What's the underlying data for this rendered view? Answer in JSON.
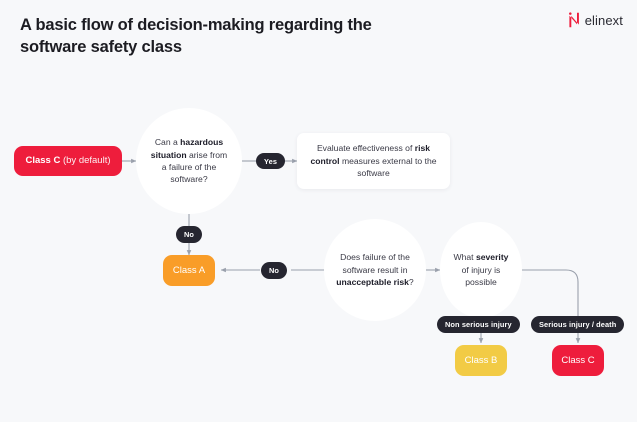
{
  "header": {
    "title": "A basic flow of decision-making regarding the software safety class",
    "brand": "elinext",
    "brand_mark_icon": "elinext-n-logo-icon"
  },
  "colors": {
    "page_background": "#f7f8fa",
    "class_c_red": "#ee1d3c",
    "class_a_orange": "#f99d28",
    "class_b_yellow": "#f2cb45",
    "tag_dark": "#262630",
    "connector_gray": "#9aa0ac",
    "title_text": "#1c1c22",
    "body_text": "#3a3a46"
  },
  "chart_data": {
    "type": "flowchart",
    "title": "A basic flow of decision-making regarding the software safety class",
    "nodes": [
      {
        "id": "class-c-default",
        "shape": "rounded-rect",
        "label": "Class C (by default)",
        "emphasis": "Class C",
        "fill": "#ee1d3c",
        "text_color": "#ffffff"
      },
      {
        "id": "hazardous-situation",
        "shape": "circle",
        "label": "Can a hazardous situation arise from a failure of the software?",
        "emphasis": "hazardous situation",
        "fill": "#ffffff"
      },
      {
        "id": "evaluate-risk-control",
        "shape": "card",
        "label": "Evaluate effectiveness of risk control measures external to the software",
        "emphasis": "risk control",
        "fill": "#ffffff"
      },
      {
        "id": "class-a",
        "shape": "rounded-rect",
        "label": "Class A",
        "fill": "#f99d28",
        "text_color": "#ffffff"
      },
      {
        "id": "unacceptable-risk",
        "shape": "circle",
        "label": "Does failure of the software result in unacceptable risk?",
        "emphasis": "unacceptable risk",
        "fill": "#ffffff"
      },
      {
        "id": "severity-of-injury",
        "shape": "circle",
        "label": "What severity of injury is possible",
        "emphasis": "severity",
        "fill": "#ffffff"
      },
      {
        "id": "class-b",
        "shape": "rounded-rect",
        "label": "Class B",
        "fill": "#f2cb45",
        "text_color": "#ffffff"
      },
      {
        "id": "class-c-serious",
        "shape": "rounded-rect",
        "label": "Class C",
        "fill": "#ee1d3c",
        "text_color": "#ffffff"
      }
    ],
    "edges": [
      {
        "from": "class-c-default",
        "to": "hazardous-situation",
        "label": ""
      },
      {
        "from": "hazardous-situation",
        "to": "evaluate-risk-control",
        "label": "Yes"
      },
      {
        "from": "hazardous-situation",
        "to": "class-a",
        "label": "No"
      },
      {
        "from": "unacceptable-risk",
        "to": "class-a",
        "label": "No"
      },
      {
        "from": "unacceptable-risk",
        "to": "severity-of-injury",
        "label": ""
      },
      {
        "from": "severity-of-injury",
        "to": "class-b",
        "label": "Non serious injury"
      },
      {
        "from": "severity-of-injury",
        "to": "class-c-serious",
        "label": "Serious injury / death"
      }
    ]
  },
  "nodes": {
    "class_c_default": {
      "strong": "Class C",
      "rest": " (by default)"
    },
    "hazardous": {
      "p1": "Can a ",
      "b1": "hazardous situation",
      "p2": " arise from a failure of the software?"
    },
    "evaluate": {
      "p1": "Evaluate effectiveness of ",
      "b1": "risk control",
      "p2": " measures external to the software"
    },
    "class_a": {
      "label": "Class A"
    },
    "unacceptable": {
      "p1": "Does failure of the software result in ",
      "b1": "unacceptable risk",
      "p2": "?"
    },
    "severity": {
      "p1": "What ",
      "b1": "severity",
      "p2": " of injury is possible"
    },
    "class_b": {
      "label": "Class B"
    },
    "class_c_serious": {
      "label": "Class C"
    }
  },
  "edge_labels": {
    "yes": "Yes",
    "no_from_hazard": "No",
    "no_from_risk": "No",
    "non_serious": "Non serious injury",
    "serious": "Serious injury / death"
  }
}
